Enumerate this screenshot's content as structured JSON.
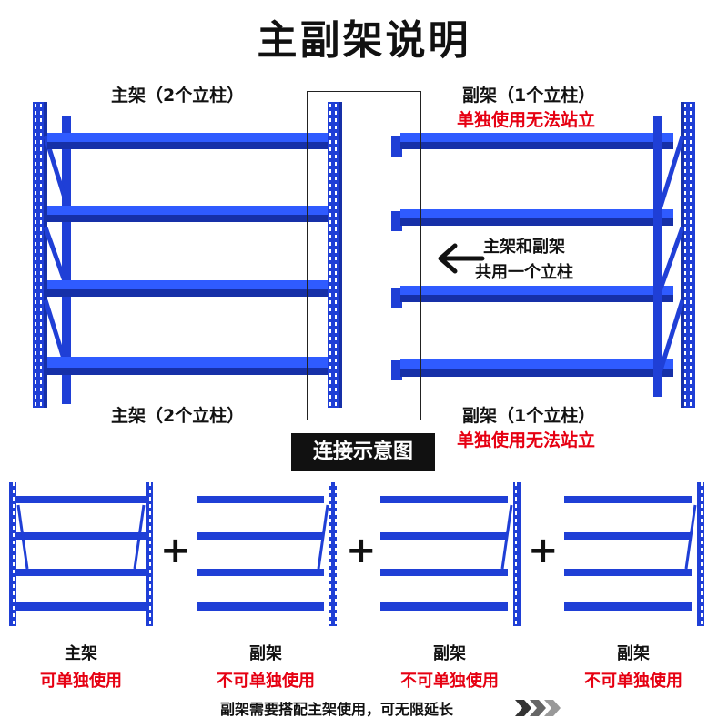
{
  "title": "主副架说明",
  "top_section": {
    "main_label_top": "主架（2个立柱）",
    "main_label_bottom": "主架（2个立柱）",
    "sub_label_top": "副架（1个立柱）",
    "sub_note_top": "单独使用无法站立",
    "sub_label_bottom": "副架（1个立柱）",
    "sub_note_bottom": "单独使用无法站立",
    "shared_note_line1": "主架和副架",
    "shared_note_line2": "共用一个立柱",
    "connect_badge": "连接示意图"
  },
  "bottom_section": {
    "plus": "+",
    "items": [
      {
        "name": "主架",
        "note": "可单独使用"
      },
      {
        "name": "副架",
        "note": "不可单独使用"
      },
      {
        "name": "副架",
        "note": "不可单独使用"
      },
      {
        "name": "副架",
        "note": "不可单独使用"
      }
    ],
    "footer": "副架需要搭配主架使用，可无限延长"
  },
  "colors": {
    "rack_blue": "#1f3fd6",
    "rack_dark": "#1630a8",
    "note_red": "#e60012",
    "badge_bg": "#111111"
  },
  "icons": [
    "arrow-left-icon",
    "chevron-double-right-icon"
  ]
}
